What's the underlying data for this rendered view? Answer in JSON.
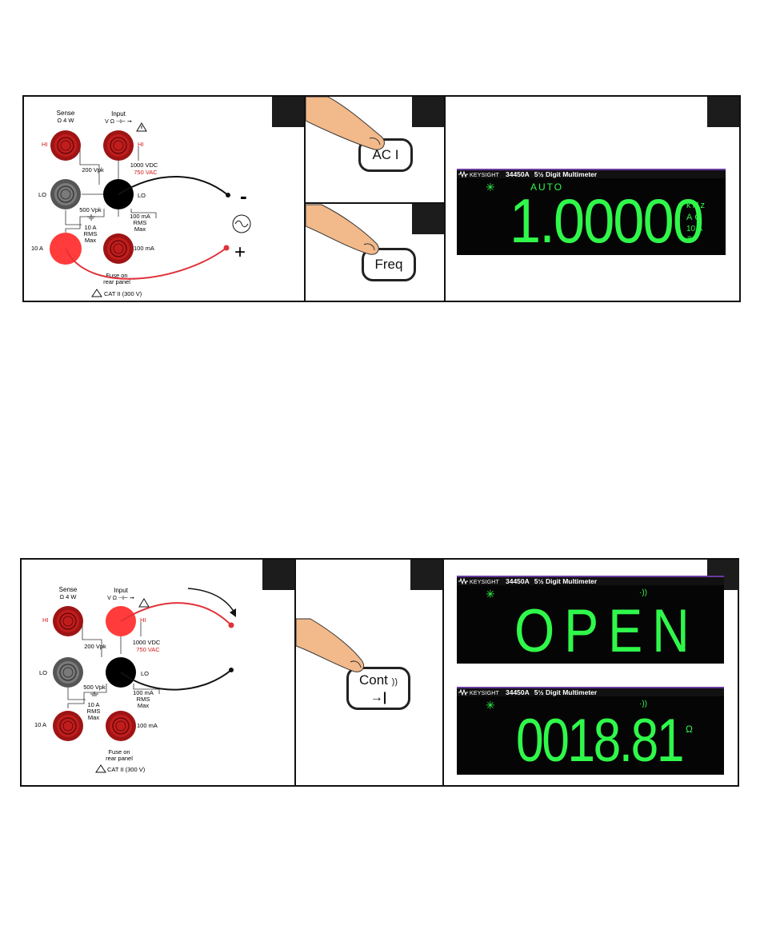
{
  "terminals": {
    "sense_title": "Sense",
    "sense_sub": "Ω 4 W",
    "input_title": "Input",
    "input_sub": "V Ω ⊣⊢ ➞",
    "hi": "HI",
    "lo": "LO",
    "vpk200": "200 Vpk",
    "vdc1000": "1000 VDC",
    "vac750": "750 VAC",
    "vpk500": "500 Vpk",
    "a10_rms": [
      "10 A",
      "RMS",
      "Max"
    ],
    "ma100_rms": [
      "100 mA",
      "RMS",
      "Max"
    ],
    "a10": "10 A",
    "ma100": "100 mA",
    "fuse": [
      "Fuse on",
      "rear panel"
    ],
    "cat": "CAT II (300 V)"
  },
  "probe_signs": {
    "minus": "-",
    "plus": "+",
    "ac_symbol": "∼"
  },
  "buttons": {
    "aci": "AC I",
    "freq": "Freq",
    "cont": "Cont",
    "cont_sound": "))",
    "diode": "→|"
  },
  "display": {
    "logo": "KEYSIGHT",
    "model": "34450A",
    "description": "5½ Digit Multimeter",
    "asterisk": "✳",
    "freq_screen": {
      "range": "AUTO",
      "reading": "1.00000",
      "unit": "kHz",
      "mode": "AC",
      "terminal": "10 A",
      "indicator": "≡"
    },
    "open_screen": {
      "reading": "OPEN",
      "beep": "·))"
    },
    "ohm_screen": {
      "reading": "0018.81",
      "unit": "Ω",
      "beep": "·))"
    }
  },
  "colors": {
    "lcd_green": "#2ff84a",
    "terminal_red": "#b21717",
    "active_red": "#ff3b3b",
    "terminal_gray": "#707070",
    "probe_red": "#e0323a"
  }
}
